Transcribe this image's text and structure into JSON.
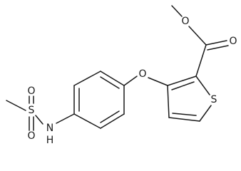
{
  "atoms": {
    "ester_o_methyl": "O",
    "carbonyl_o": "O",
    "ether_o": "O",
    "thiophene_s": "S",
    "sulfonyl_s": "S",
    "sulfonyl_o_upper": "O",
    "sulfonyl_o_lower": "O",
    "amide_n": "N",
    "amide_h": "H"
  }
}
